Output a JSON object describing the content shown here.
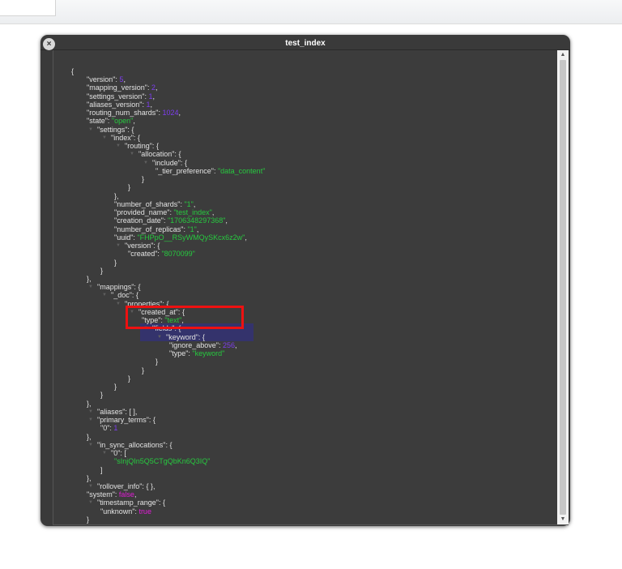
{
  "window": {
    "title": "test_index",
    "close_icon": "close-icon"
  },
  "colors": {
    "key": "#e2e2e2",
    "number": "#7d3cf0",
    "string": "#27c93f",
    "boolean": "#e11bd6",
    "highlight": "#34336c",
    "annotation": "#ee1111"
  },
  "highlighted_lines": [
    29,
    30
  ],
  "lines": [
    {
      "d": 0,
      "v": "{",
      "vt": "punct"
    },
    {
      "d": 1,
      "k": "\"version\"",
      "v": "5",
      "vt": "num",
      "s": ","
    },
    {
      "d": 1,
      "k": "\"mapping_version\"",
      "v": "2",
      "vt": "num",
      "s": ","
    },
    {
      "d": 1,
      "k": "\"settings_version\"",
      "v": "1",
      "vt": "num",
      "s": ","
    },
    {
      "d": 1,
      "k": "\"aliases_version\"",
      "v": "1",
      "vt": "num",
      "s": ","
    },
    {
      "d": 1,
      "k": "\"routing_num_shards\"",
      "v": "1024",
      "vt": "num",
      "s": ","
    },
    {
      "d": 1,
      "k": "\"state\"",
      "v": "\"open\"",
      "vt": "str",
      "s": ","
    },
    {
      "d": 1,
      "t": true,
      "k": "\"settings\"",
      "v": "{",
      "vt": "punct"
    },
    {
      "d": 2,
      "t": true,
      "k": "\"index\"",
      "v": "{",
      "vt": "punct"
    },
    {
      "d": 3,
      "t": true,
      "k": "\"routing\"",
      "v": "{",
      "vt": "punct"
    },
    {
      "d": 4,
      "t": true,
      "k": "\"allocation\"",
      "v": "{",
      "vt": "punct"
    },
    {
      "d": 5,
      "t": true,
      "k": "\"include\"",
      "v": "{",
      "vt": "punct"
    },
    {
      "d": 6,
      "k": "\"_tier_preference\"",
      "v": "\"data_content\"",
      "vt": "str"
    },
    {
      "d": 5,
      "v": "}",
      "vt": "punct"
    },
    {
      "d": 4,
      "v": "}",
      "vt": "punct"
    },
    {
      "d": 3,
      "v": "},",
      "vt": "punct"
    },
    {
      "d": 3,
      "k": "\"number_of_shards\"",
      "v": "\"1\"",
      "vt": "str",
      "s": ","
    },
    {
      "d": 3,
      "k": "\"provided_name\"",
      "v": "\"test_index\"",
      "vt": "str",
      "s": ","
    },
    {
      "d": 3,
      "k": "\"creation_date\"",
      "v": "\"1706348297368\"",
      "vt": "str",
      "s": ","
    },
    {
      "d": 3,
      "k": "\"number_of_replicas\"",
      "v": "\"1\"",
      "vt": "str",
      "s": ","
    },
    {
      "d": 3,
      "k": "\"uuid\"",
      "v": "\"FHPpO__RSyWMQySKcx6z2w\"",
      "vt": "str",
      "s": ","
    },
    {
      "d": 3,
      "t": true,
      "k": "\"version\"",
      "v": "{",
      "vt": "punct"
    },
    {
      "d": 4,
      "k": "\"created\"",
      "v": "\"8070099\"",
      "vt": "str"
    },
    {
      "d": 3,
      "v": "}",
      "vt": "punct"
    },
    {
      "d": 2,
      "v": "}",
      "vt": "punct"
    },
    {
      "d": 1,
      "v": "},",
      "vt": "punct"
    },
    {
      "d": 1,
      "t": true,
      "k": "\"mappings\"",
      "v": "{",
      "vt": "punct"
    },
    {
      "d": 2,
      "t": true,
      "k": "\"_doc\"",
      "v": "{",
      "vt": "punct"
    },
    {
      "d": 3,
      "t": true,
      "k": "\"properties\"",
      "v": "{",
      "vt": "punct"
    },
    {
      "d": 4,
      "t": true,
      "k": "\"created_at\"",
      "v": "{",
      "vt": "punct"
    },
    {
      "d": 5,
      "k": "\"type\"",
      "v": "\"text\"",
      "vt": "str",
      "s": ","
    },
    {
      "d": 5,
      "t": true,
      "k": "\"fields\"",
      "v": "{",
      "vt": "punct"
    },
    {
      "d": 6,
      "t": true,
      "k": "\"keyword\"",
      "v": "{",
      "vt": "punct"
    },
    {
      "d": 7,
      "k": "\"ignore_above\"",
      "v": "256",
      "vt": "num",
      "s": ","
    },
    {
      "d": 7,
      "k": "\"type\"",
      "v": "\"keyword\"",
      "vt": "str"
    },
    {
      "d": 6,
      "v": "}",
      "vt": "punct"
    },
    {
      "d": 5,
      "v": "}",
      "vt": "punct"
    },
    {
      "d": 4,
      "v": "}",
      "vt": "punct"
    },
    {
      "d": 3,
      "v": "}",
      "vt": "punct"
    },
    {
      "d": 2,
      "v": "}",
      "vt": "punct"
    },
    {
      "d": 1,
      "v": "},",
      "vt": "punct"
    },
    {
      "d": 1,
      "t": true,
      "k": "\"aliases\"",
      "v": "[ ],",
      "vt": "punct"
    },
    {
      "d": 1,
      "t": true,
      "k": "\"primary_terms\"",
      "v": "{",
      "vt": "punct"
    },
    {
      "d": 2,
      "k": "\"0\"",
      "v": "1",
      "vt": "num"
    },
    {
      "d": 1,
      "v": "},",
      "vt": "punct"
    },
    {
      "d": 1,
      "t": true,
      "k": "\"in_sync_allocations\"",
      "v": "{",
      "vt": "punct"
    },
    {
      "d": 2,
      "t": true,
      "k": "\"0\"",
      "v": "[",
      "vt": "punct"
    },
    {
      "d": 3,
      "v": "\"sInjQIn5Q5CTgQbKn6Q3IQ\"",
      "vt": "str"
    },
    {
      "d": 2,
      "v": "]",
      "vt": "punct"
    },
    {
      "d": 1,
      "v": "},",
      "vt": "punct"
    },
    {
      "d": 1,
      "t": true,
      "k": "\"rollover_info\"",
      "v": "{ },",
      "vt": "punct"
    },
    {
      "d": 1,
      "k": "\"system\"",
      "v": "false",
      "vt": "bool",
      "s": ","
    },
    {
      "d": 1,
      "t": true,
      "k": "\"timestamp_range\"",
      "v": "{",
      "vt": "punct"
    },
    {
      "d": 2,
      "k": "\"unknown\"",
      "v": "true",
      "vt": "bool"
    },
    {
      "d": 1,
      "v": "}",
      "vt": "punct"
    }
  ]
}
